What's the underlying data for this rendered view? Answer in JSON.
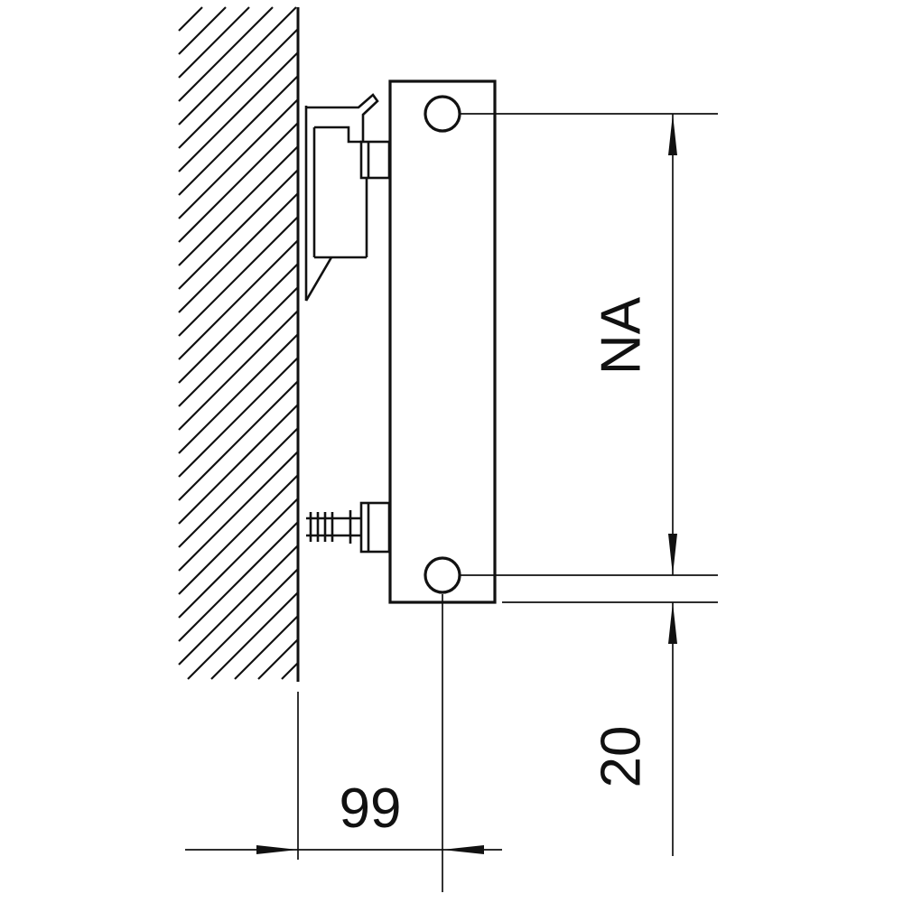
{
  "diagram": {
    "type": "technical-drawing",
    "subject": "radiator-wall-mounting-side-view",
    "labels": {
      "na_dimension": "NA",
      "bottom_dimension": "20",
      "depth_dimension": "99"
    },
    "colors": {
      "line": "#111111",
      "background": "#ffffff"
    }
  }
}
